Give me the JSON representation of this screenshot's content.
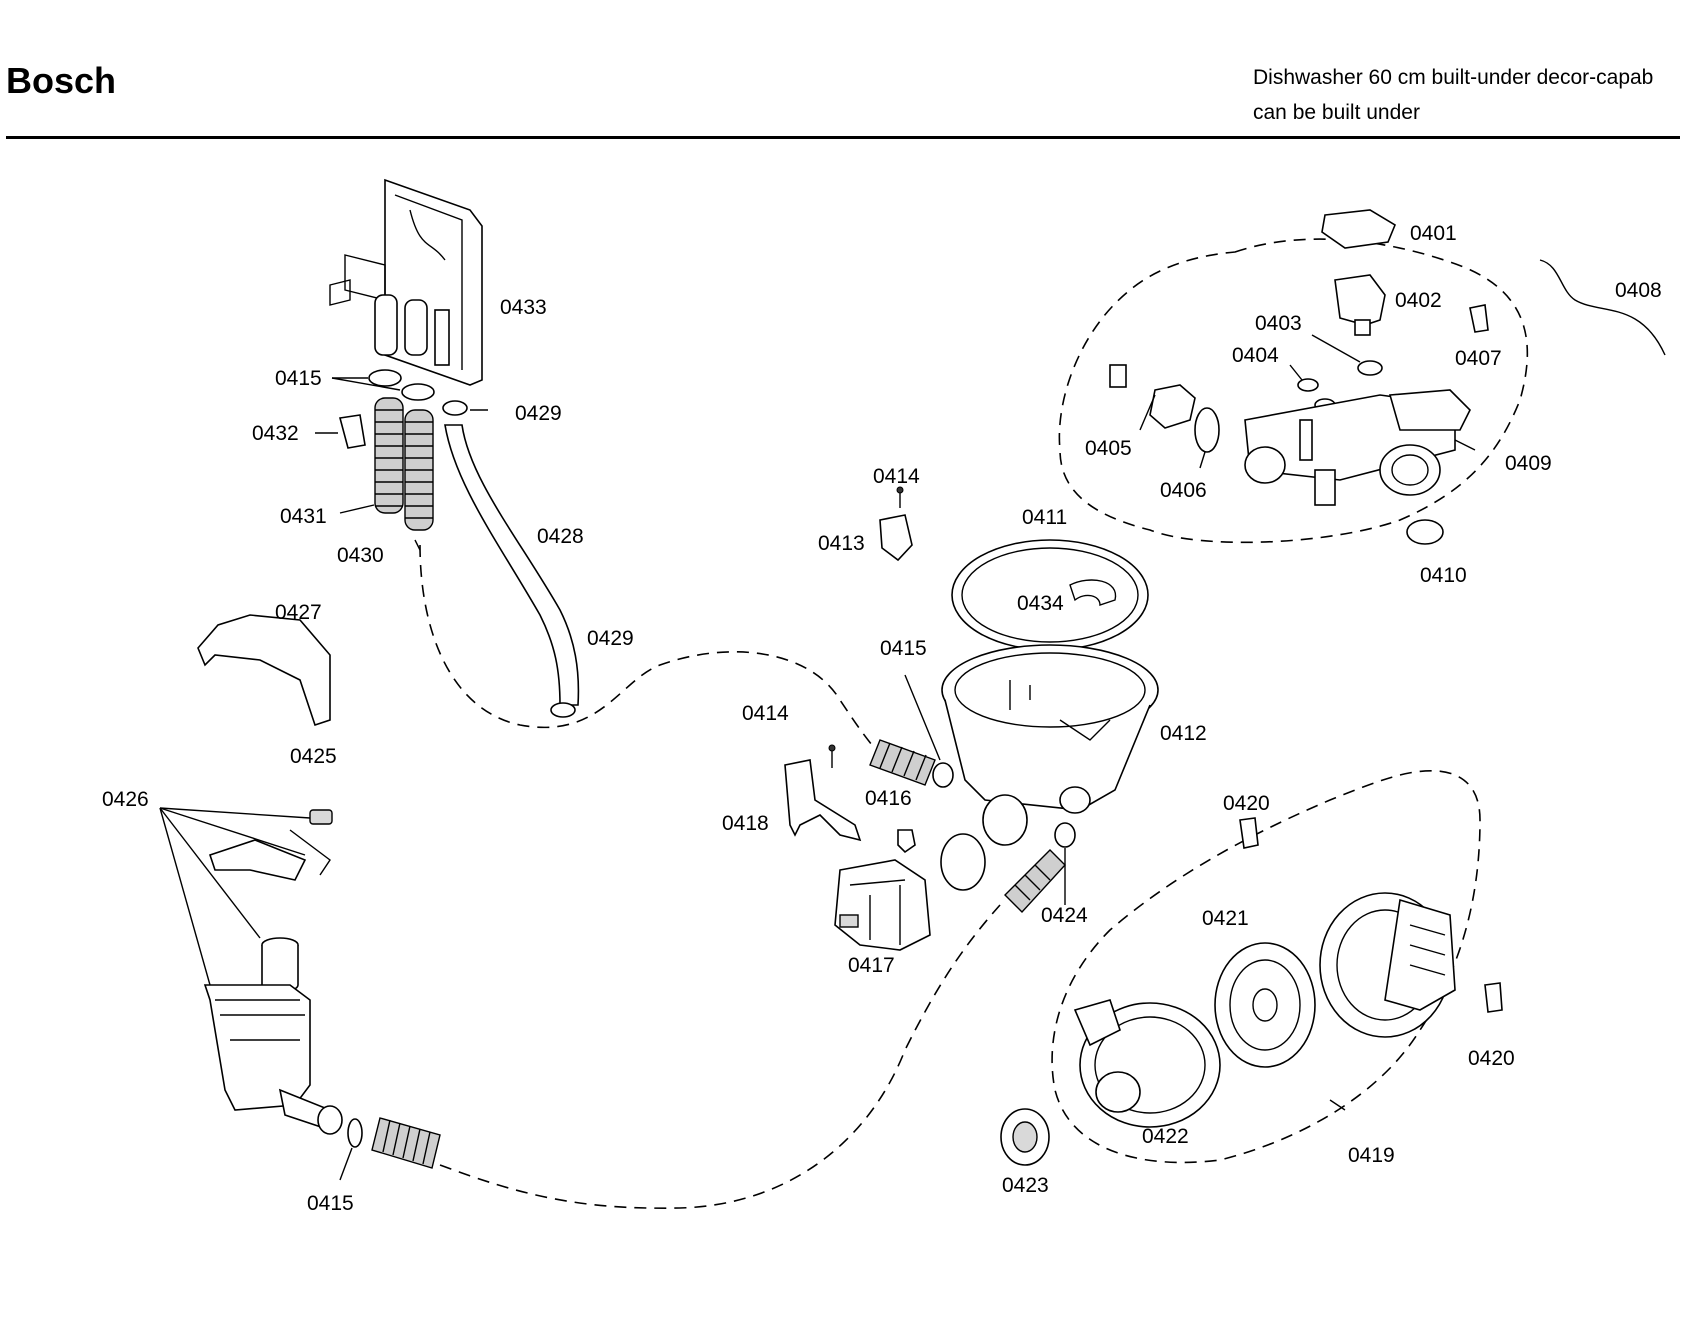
{
  "header": {
    "brand": "Bosch",
    "description_line1": "Dishwasher 60 cm built-under decor-capab",
    "description_line2": "can be built under"
  },
  "labels": {
    "p0401": "0401",
    "p0402": "0402",
    "p0403": "0403",
    "p0404": "0404",
    "p0405": "0405",
    "p0406": "0406",
    "p0407": "0407",
    "p0408": "0408",
    "p0409": "0409",
    "p0410": "0410",
    "p0411": "0411",
    "p0412": "0412",
    "p0413": "0413",
    "p0414_top": "0414",
    "p0414_mid": "0414",
    "p0415_top": "0415",
    "p0415_mid": "0415",
    "p0415_bottom": "0415",
    "p0416": "0416",
    "p0417": "0417",
    "p0418": "0418",
    "p0419": "0419",
    "p0420_top": "0420",
    "p0420_right": "0420",
    "p0421": "0421",
    "p0422": "0422",
    "p0423": "0423",
    "p0424": "0424",
    "p0425": "0425",
    "p0426": "0426",
    "p0427": "0427",
    "p0428": "0428",
    "p0429_top": "0429",
    "p0429_mid": "0429",
    "p0430": "0430",
    "p0431": "0431",
    "p0432": "0432",
    "p0433": "0433",
    "p0434": "0434"
  }
}
